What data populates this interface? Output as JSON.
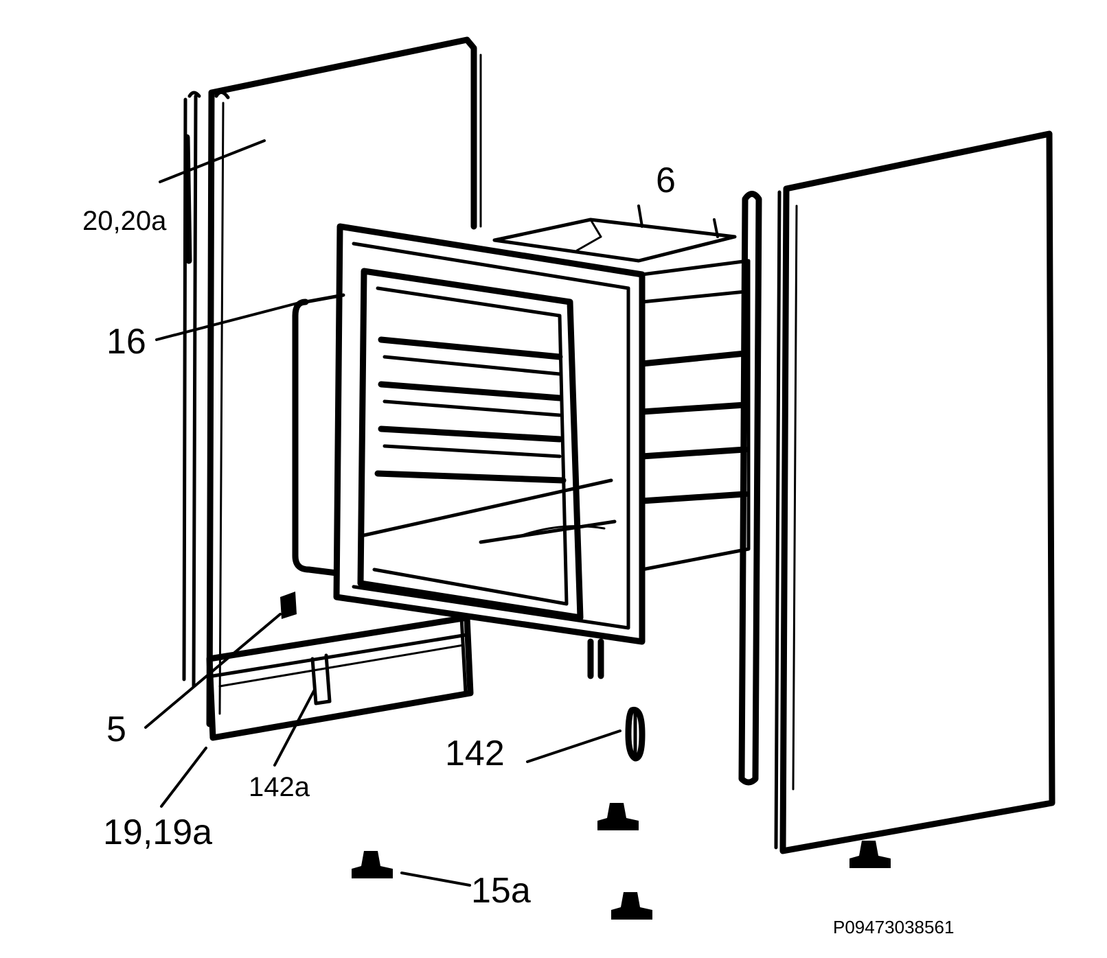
{
  "labels": {
    "side_panel_left": "20,20a",
    "top_panel": "6",
    "seal": "16",
    "bracket": "5",
    "screw_142": "142",
    "clip_142a": "142a",
    "base_panel": "19,19a",
    "foot": "15a"
  },
  "drawing_code": "P09473038561"
}
